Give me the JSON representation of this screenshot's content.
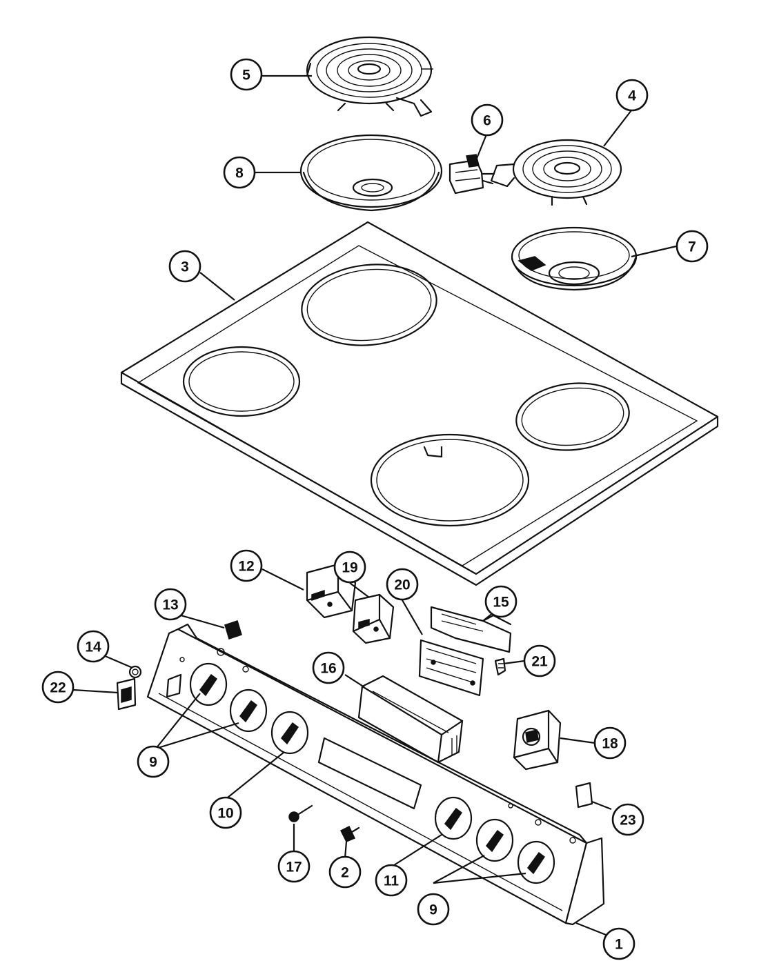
{
  "callouts": [
    {
      "id": "c1",
      "label": "1"
    },
    {
      "id": "c2",
      "label": "2"
    },
    {
      "id": "c3",
      "label": "3"
    },
    {
      "id": "c4",
      "label": "4"
    },
    {
      "id": "c5",
      "label": "5"
    },
    {
      "id": "c6",
      "label": "6"
    },
    {
      "id": "c7",
      "label": "7"
    },
    {
      "id": "c8",
      "label": "8"
    },
    {
      "id": "c9a",
      "label": "9"
    },
    {
      "id": "c9b",
      "label": "9"
    },
    {
      "id": "c10",
      "label": "10"
    },
    {
      "id": "c11",
      "label": "11"
    },
    {
      "id": "c12",
      "label": "12"
    },
    {
      "id": "c13",
      "label": "13"
    },
    {
      "id": "c14",
      "label": "14"
    },
    {
      "id": "c15",
      "label": "15"
    },
    {
      "id": "c16",
      "label": "16"
    },
    {
      "id": "c17",
      "label": "17"
    },
    {
      "id": "c18",
      "label": "18"
    },
    {
      "id": "c19",
      "label": "19"
    },
    {
      "id": "c20",
      "label": "20"
    },
    {
      "id": "c21",
      "label": "21"
    },
    {
      "id": "c22",
      "label": "22"
    },
    {
      "id": "c23",
      "label": "23"
    }
  ]
}
